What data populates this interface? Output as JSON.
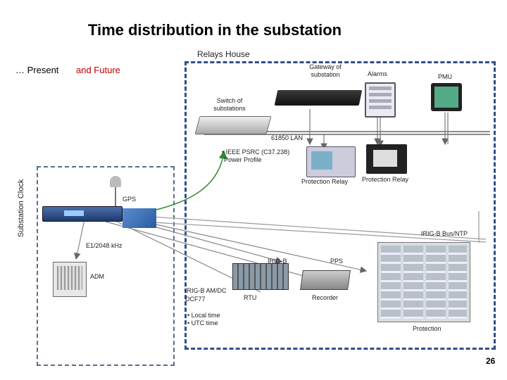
{
  "title": "Time distribution in the substation",
  "relays_house": "Relays House",
  "present": "… Present",
  "and_future": "and  Future",
  "substation_clock": "Substation Clock",
  "labels": {
    "gateway": "Gateway of substation",
    "alarms": "Alarms",
    "pmu": "PMU",
    "switch": "Switch of substations",
    "lan": "61850 LAN",
    "ieee_line1": "• IEEE PSRC (C37.238)",
    "ieee_line2": "Power Profile",
    "protection_relay_1": "Protection Relay",
    "protection_relay_2": "Protection  Relay",
    "gps": "GPS",
    "irig_b_bus": "IRIG-B Bus/NTP",
    "e1": "E1/2048 kHz",
    "irig_b": "IRIG-B",
    "pps": "PPS",
    "adm": "ADM",
    "irig_b_am_line1": "IRIG-B AM/DC",
    "irig_b_am_line2": "DCF77",
    "rtu": "RTU",
    "recorder": "Recorder",
    "local_time": "• Local time",
    "utc_time": "• UTC time",
    "protection": "Protection"
  },
  "page_number": "26",
  "colors": {
    "outer_border": "#2f4f8f",
    "inner_border": "#5a6d8a",
    "ieee_arrow": "#2e8b2e",
    "present_text": "#000000",
    "future_text": "#c00000"
  }
}
